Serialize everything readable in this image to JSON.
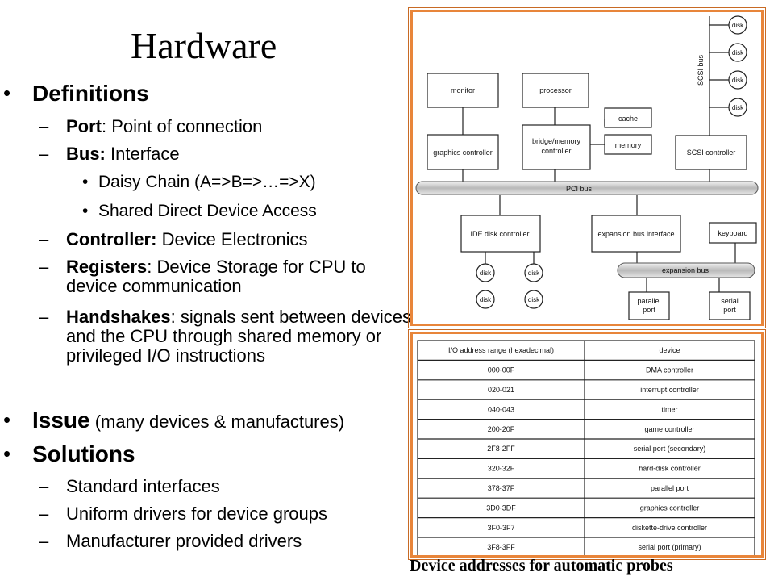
{
  "title": "Hardware",
  "sections": {
    "definitions": {
      "label": "Definitions",
      "port": {
        "term": "Port",
        "text": ": Point of connection"
      },
      "bus": {
        "term": "Bus:",
        "text": " Interface"
      },
      "bus_subs": [
        "Daisy Chain (A=>B=>…=>X)",
        "Shared Direct Device Access"
      ],
      "controller": {
        "term": "Controller:",
        "text": " Device Electronics"
      },
      "registers": {
        "term": "Registers",
        "text": ": Device Storage for CPU to device communication"
      },
      "handshakes": {
        "term": "Handshakes",
        "text": ": signals sent between devices and the CPU through shared memory or privileged I/O instructions"
      }
    },
    "issue": {
      "label": "Issue",
      "sub": " (many devices & manufactures)"
    },
    "solutions": {
      "label": "Solutions",
      "items": [
        "Standard interfaces",
        "Uniform drivers for device groups",
        "Manufacturer provided drivers"
      ]
    }
  },
  "diagram": {
    "monitor": "monitor",
    "processor": "processor",
    "cache": "cache",
    "graphics_controller": "graphics controller",
    "bridge_line1": "bridge/memory",
    "bridge_line2": "controller",
    "memory": "memory",
    "scsi_controller": "SCSI controller",
    "scsi_bus": "SCSI bus",
    "pci_bus": "PCI bus",
    "ide_controller": "IDE disk controller",
    "expansion_interface": "expansion bus interface",
    "keyboard": "keyboard",
    "expansion_bus": "expansion bus",
    "parallel_line1": "parallel",
    "parallel_line2": "port",
    "serial_line1": "serial",
    "serial_line2": "port",
    "disk": "disk"
  },
  "table": {
    "headers": [
      "I/O address range (hexadecimal)",
      "device"
    ],
    "rows": [
      [
        "000-00F",
        "DMA controller"
      ],
      [
        "020-021",
        "interrupt controller"
      ],
      [
        "040-043",
        "timer"
      ],
      [
        "200-20F",
        "game controller"
      ],
      [
        "2F8-2FF",
        "serial port (secondary)"
      ],
      [
        "320-32F",
        "hard-disk controller"
      ],
      [
        "378-37F",
        "parallel port"
      ],
      [
        "3D0-3DF",
        "graphics controller"
      ],
      [
        "3F0-3F7",
        "diskette-drive controller"
      ],
      [
        "3F8-3FF",
        "serial port (primary)"
      ]
    ]
  },
  "caption": "Device addresses for automatic probes"
}
